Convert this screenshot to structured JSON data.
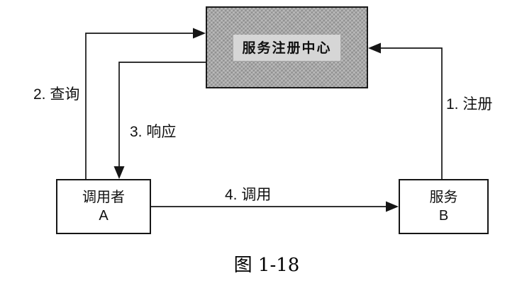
{
  "diagram": {
    "registry": {
      "label": "服务注册中心"
    },
    "caller": {
      "line1": "调用者",
      "line2": "A"
    },
    "service": {
      "line1": "服务",
      "line2": "B"
    },
    "arrows": {
      "register": "1. 注册",
      "query": "2. 查询",
      "response": "3. 响应",
      "call": "4. 调用"
    },
    "caption": "图 1-18",
    "colors": {
      "background": "#ffffff",
      "registry_fill": "#a9a9a9",
      "registry_label_bg": "#d6d6d6",
      "line": "#161616"
    }
  }
}
